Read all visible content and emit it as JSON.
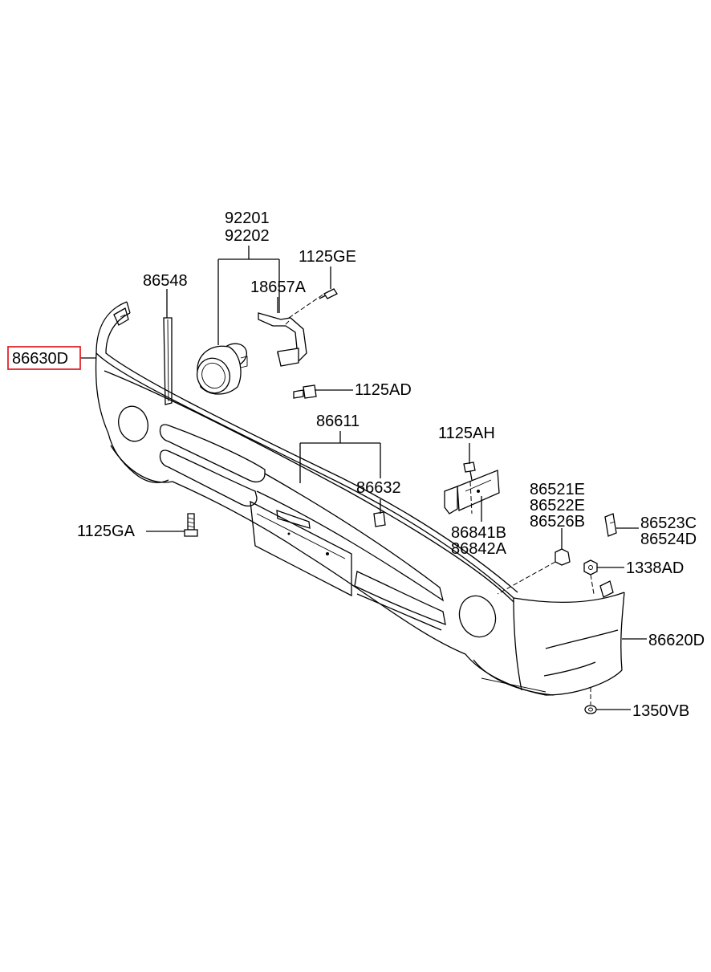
{
  "labels": {
    "p92201": "92201",
    "p92202": "92202",
    "p1125GE": "1125GE",
    "p86548": "86548",
    "p18657A": "18657A",
    "p86630D": "86630D",
    "p1125AD": "1125AD",
    "p86611": "86611",
    "p1125AH": "1125AH",
    "p86632": "86632",
    "p86521E": "86521E",
    "p86522E": "86522E",
    "p86526B": "86526B",
    "p86523C": "86523C",
    "p86524D": "86524D",
    "p86841B": "86841B",
    "p86842A": "86842A",
    "p1125GA": "1125GA",
    "p1338AD": "1338AD",
    "p86620D": "86620D",
    "p1350VB": "1350VB"
  },
  "highlight": {
    "part": "86630D",
    "color": "#e0262b"
  }
}
